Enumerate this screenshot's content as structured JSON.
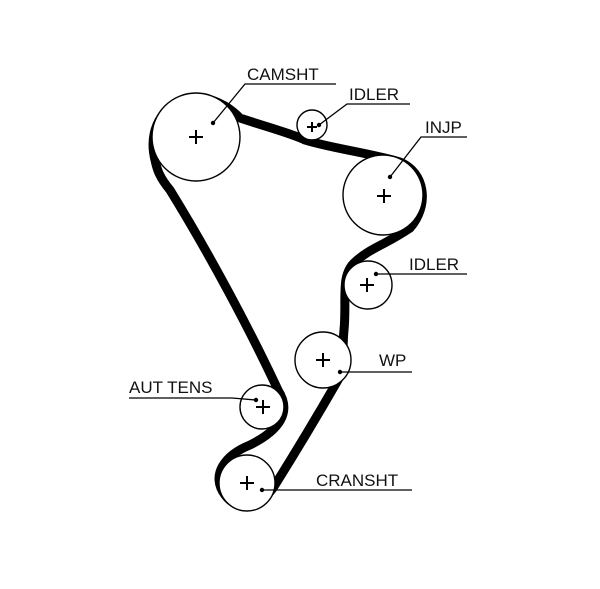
{
  "labels": {
    "camshaft": "CAMSHT",
    "idler_top": "IDLER",
    "injection_pump": "INJP",
    "idler_mid": "IDLER",
    "water_pump": "WP",
    "auto_tensioner": "AUT TENS",
    "crankshaft": "CRANSHT"
  }
}
